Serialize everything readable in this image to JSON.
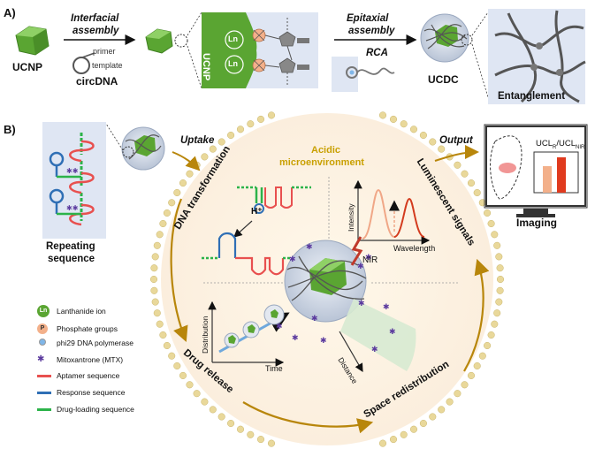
{
  "panel_a": {
    "label": "A)",
    "ucnp": "UCNP",
    "interfacial_assembly_1": "Interfacial",
    "interfacial_assembly_2": "assembly",
    "primer": "primer",
    "template": "template",
    "circdna": "circDNA",
    "ucnp_vertical": "UCNP",
    "ln_1": "Ln",
    "ln_2": "Ln",
    "epitaxial_assembly_1": "Epitaxial",
    "epitaxial_assembly_2": "assembly",
    "rca": "RCA",
    "ucdc": "UCDC",
    "entanglement": "Entanglement"
  },
  "panel_b": {
    "label": "B)",
    "uptake": "Uptake",
    "output": "Output",
    "acidic_1": "Acidic",
    "acidic_2": "microenvironment",
    "dna_transformation": "DNA transformation",
    "luminescent_signals": "Luminescent signals",
    "drug_release": "Drug release",
    "space_redistribution": "Space redistribution",
    "h_plus": "H⁺",
    "nir": "NIR",
    "intensity": "Intensity",
    "wavelength": "Wavelength",
    "distribution": "Distribution",
    "time": "Time",
    "distance": "Distance",
    "repeating_1": "Repeating",
    "repeating_2": "sequence",
    "ucl_ratio": "UCL",
    "ucl_sub1": "R",
    "ucl_mid": "/UCL",
    "ucl_sub2": "NIR",
    "imaging": "Imaging"
  },
  "legend": {
    "items": [
      {
        "icon": "ln",
        "label": "Lanthanide ion"
      },
      {
        "icon": "p",
        "label": "Phosphate groups"
      },
      {
        "icon": "polymerase",
        "label": "phi29 DNA polymerase"
      },
      {
        "icon": "mtx",
        "label": "Mitoxantrone (MTX)"
      },
      {
        "icon": "line",
        "color": "#e8504f",
        "label": "Aptamer sequence"
      },
      {
        "icon": "line",
        "color": "#2f6fb5",
        "label": "Response sequence"
      },
      {
        "icon": "line",
        "color": "#2cb34a",
        "label": "Drug-loading sequence"
      }
    ],
    "ln_icon_text": "Ln",
    "p_icon_text": "P"
  },
  "colors": {
    "ucnp_green": "#5aa532",
    "gold_arrow": "#b8860b",
    "membrane": "#e9d89a",
    "mtx": "#5b3a9e",
    "bg_panel": "#dfe6f3"
  }
}
